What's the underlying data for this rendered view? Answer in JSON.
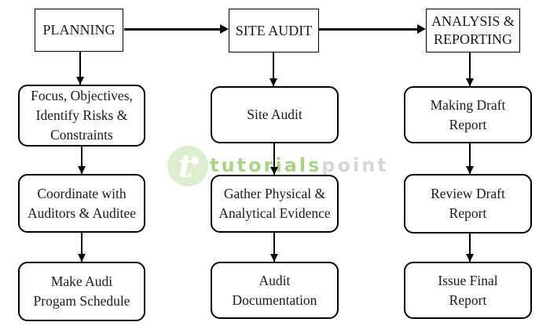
{
  "watermark": {
    "tutorials": "tutorials",
    "point": "point",
    "brand_green": "#8cc63f",
    "faded_green": "#a9d386",
    "faded_gray": "#d6d6d6"
  },
  "columns": [
    {
      "header": "PLANNING",
      "steps": [
        {
          "label": "Focus, Objectives,\nIdentify Risks &\nConstraints"
        },
        {
          "label": "Coordinate with\nAuditors & Auditee"
        },
        {
          "label": "Make Audi\nProgam Schedule"
        }
      ]
    },
    {
      "header": "SITE AUDIT",
      "steps": [
        {
          "label": "Site Audit"
        },
        {
          "label": "Gather Physical &\nAnalytical Evidence"
        },
        {
          "label": "Audit\nDocumentation"
        }
      ]
    },
    {
      "header": "ANALYSIS &\nREPORTING",
      "steps": [
        {
          "label": "Making Draft\nReport"
        },
        {
          "label": "Review Draft\nReport"
        },
        {
          "label": "Issue Final\nReport"
        }
      ]
    }
  ]
}
